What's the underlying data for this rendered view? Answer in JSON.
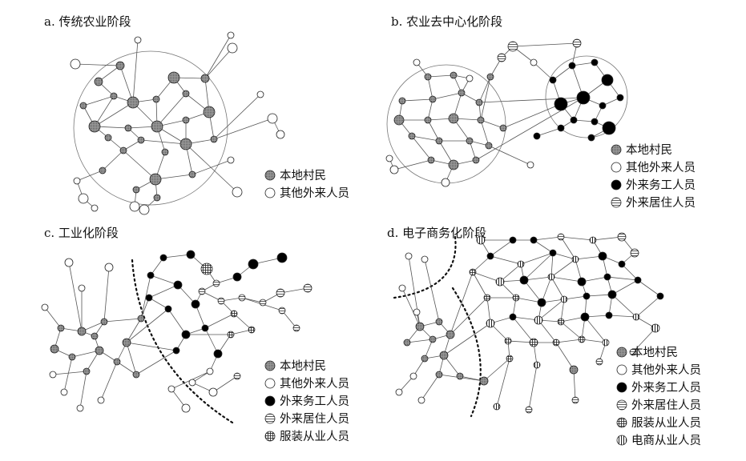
{
  "panels": [
    {
      "id": "a",
      "title": "a. 传统农业阶段",
      "legend": [
        {
          "label": "本地村民",
          "type": "local"
        },
        {
          "label": "其他外来人员",
          "type": "other"
        }
      ]
    },
    {
      "id": "b",
      "title": "b. 农业去中心化阶段",
      "legend": [
        {
          "label": "本地村民",
          "type": "local"
        },
        {
          "label": "其他外来人员",
          "type": "other"
        },
        {
          "label": "外来务工人员",
          "type": "worker"
        },
        {
          "label": "外来居住人员",
          "type": "resident"
        }
      ]
    },
    {
      "id": "c",
      "title": "c. 工业化阶段",
      "legend": [
        {
          "label": "本地村民",
          "type": "local"
        },
        {
          "label": "其他外来人员",
          "type": "other"
        },
        {
          "label": "外来务工人员",
          "type": "worker"
        },
        {
          "label": "外来居住人员",
          "type": "resident"
        },
        {
          "label": "服装从业人员",
          "type": "garment"
        }
      ]
    },
    {
      "id": "d",
      "title": "d. 电子商务化阶段",
      "legend": [
        {
          "label": "本地村民",
          "type": "local"
        },
        {
          "label": "其他外来人员",
          "type": "other"
        },
        {
          "label": "外来务工人员",
          "type": "worker"
        },
        {
          "label": "外来居住人员",
          "type": "resident"
        },
        {
          "label": "服装从业人员",
          "type": "garment"
        },
        {
          "label": "电商从业人员",
          "type": "ecommerce"
        }
      ]
    }
  ],
  "node_styles": {
    "local": {
      "fill": "#8c8c8c"
    },
    "other": {
      "fill": "#ffffff"
    },
    "worker": {
      "fill": "#000000"
    },
    "resident": {
      "fill": "#dcdcdc"
    },
    "garment": {
      "fill": "#ffffff"
    },
    "ecommerce": {
      "fill": "#ffffff"
    }
  }
}
